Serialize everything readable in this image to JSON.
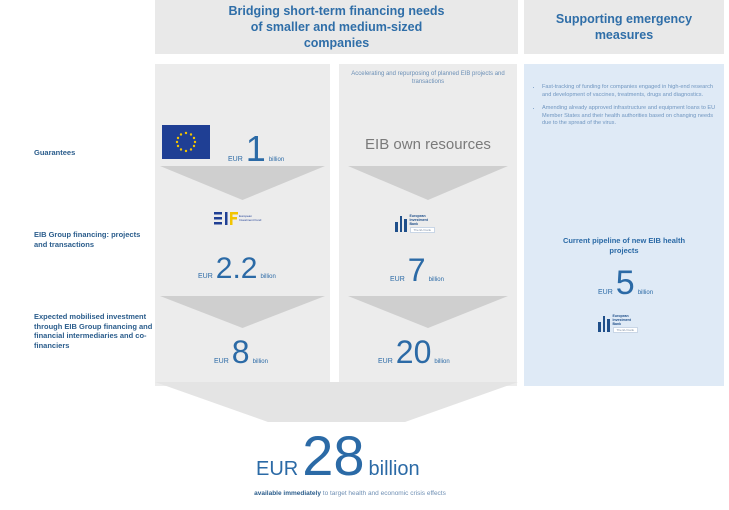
{
  "headers": {
    "left": "Bridging short-term financing needs of smaller and medium-sized companies",
    "right": "Supporting emergency measures"
  },
  "row_labels": {
    "guarantees": "Guarantees",
    "group_financing": "EIB Group financing: projects and transactions",
    "mobilised": "Expected mobilised investment through EIB Group financing and financial intermediaries and co-financiers"
  },
  "col1": {
    "guarantee": {
      "eur": "EUR",
      "num": "1",
      "unit": "billion"
    },
    "financing": {
      "eur": "EUR",
      "num": "2.2",
      "unit": "billion"
    },
    "mobilised": {
      "eur": "EUR",
      "num": "8",
      "unit": "billion"
    },
    "eif_text": "European Investment Fund"
  },
  "col2": {
    "note": "Accelerating and repurposing of planned EIB projects and transactions",
    "own_resources": "EIB own resources",
    "financing": {
      "eur": "EUR",
      "num": "7",
      "unit": "billion"
    },
    "mobilised": {
      "eur": "EUR",
      "num": "20",
      "unit": "billion"
    },
    "eib_text": "European Investment Bank",
    "eib_tag": "The EU bank"
  },
  "col3": {
    "bullets": [
      "Fast-tracking of funding for companies engaged in high-end research and development of vaccines, treatments, drugs and diagnostics.",
      "Amending already approved infrastructure and equipment loans to EU Member States and their health authorities based on changing needs due to the spread of the virus."
    ],
    "pipeline_title": "Current pipeline of new EIB health projects",
    "amount": {
      "eur": "EUR",
      "num": "5",
      "unit": "billion"
    },
    "eib_text": "European Investment Bank",
    "eib_tag": "The EU bank"
  },
  "total": {
    "eur": "EUR",
    "num": "28",
    "unit": "billion"
  },
  "footer": {
    "bold": "available immediately",
    "rest": " to target health and economic crisis effects"
  },
  "colors": {
    "primary_blue": "#2b6aa6",
    "header_bg": "#e9e9e9",
    "column_bg": "#ececec",
    "emergency_bg": "#dfeaf6",
    "eu_flag": "#1f3f94",
    "eif_yellow": "#f2c400"
  }
}
